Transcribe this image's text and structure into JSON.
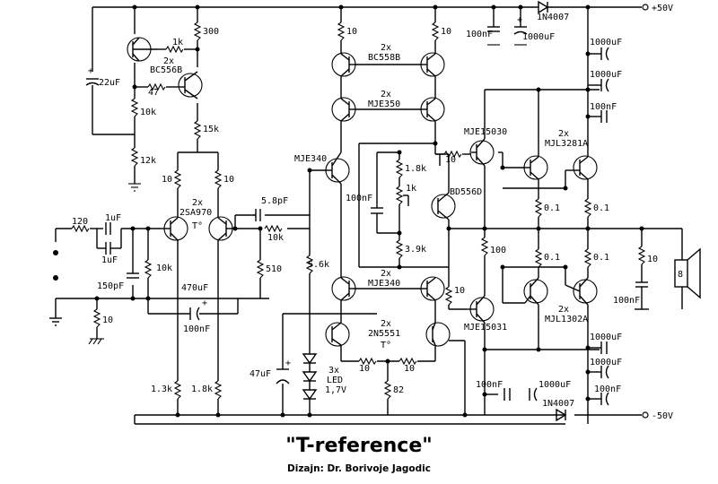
{
  "title": "\"T-reference\"",
  "subtitle": "Dizajn: Dr. Borivoje Jagodic",
  "rails": {
    "positive": "+50V",
    "negative": "-50V"
  },
  "labels": {
    "r_300": "300",
    "r_1k": "1k",
    "bc556b": "BC556B",
    "two_x_a": "2x",
    "r_47": "47",
    "c_22uf": "22uF",
    "r_10k_a": "10k",
    "r_15k": "15k",
    "r_12k": "12k",
    "r_10_a": "10",
    "r_10_b": "10",
    "two_x_b": "2x",
    "sa970": "2SA970",
    "temp_a": "T°",
    "c_5p8": "5.8pF",
    "r_10k_b": "10k",
    "r_120": "120",
    "c_1uf_a": "1uF",
    "c_1uf_b": "1uF",
    "r_10k_c": "10k",
    "c_150pf": "150pF",
    "r_10_c": "10",
    "r_510": "510",
    "c_470uf": "470uF",
    "c_100nf_a": "100nF",
    "r_1k3_a": "1.3k",
    "r_1k8_a": "1.8k",
    "r_10_top1": "10",
    "r_10_top2": "10",
    "two_x_c": "2x",
    "bc558b": "BC558B",
    "two_x_d": "2x",
    "mje350": "MJE350",
    "mje340_a": "MJE340",
    "r_5k6": "5.6k",
    "c_100nf_b": "100nF",
    "r_1k8_b": "1.8k",
    "pot_1k": "1k",
    "r_3k9": "3.9k",
    "bd_label": "BD556D",
    "two_x_e": "2x",
    "mje340_b": "MJE340",
    "c_47uf": "47uF",
    "two_x_f": "2x",
    "n5551": "2N5551",
    "temp_b": "T°",
    "r_10_d": "10",
    "r_10_e": "10",
    "led_count": "3x",
    "led": "LED",
    "led_v": "1,7V",
    "r_82": "82",
    "mje15030": "MJE15030",
    "mje15031": "MJE15031",
    "r_10_f": "10",
    "r_10_g": "10",
    "two_x_g": "2x",
    "mjl3281a": "MJL3281A",
    "two_x_h": "2x",
    "mjl1302a": "MJL1302A",
    "r_0_1_a": "0.1",
    "r_0_1_b": "0.1",
    "r_0_1_c": "0.1",
    "r_0_1_d": "0.1",
    "r_100": "100",
    "r_10_out": "10",
    "c_100nf_out": "100nF",
    "speaker": "8",
    "c_100nf_top": "100nF",
    "c_1000uf_top": "1000uF",
    "d_1n4007_top": "1N4007",
    "c_1000uf_r1": "1000uF",
    "c_1000uf_r2": "1000uF",
    "c_100nf_r1": "100nF",
    "c_100nf_r2": "100nF",
    "c_1000uf_r3": "1000uF",
    "c_1000uf_r4": "1000uF",
    "c_100nf_bot": "100nF",
    "c_1000uf_bot": "1000uF",
    "d_1n4007_bot": "1N4007"
  }
}
